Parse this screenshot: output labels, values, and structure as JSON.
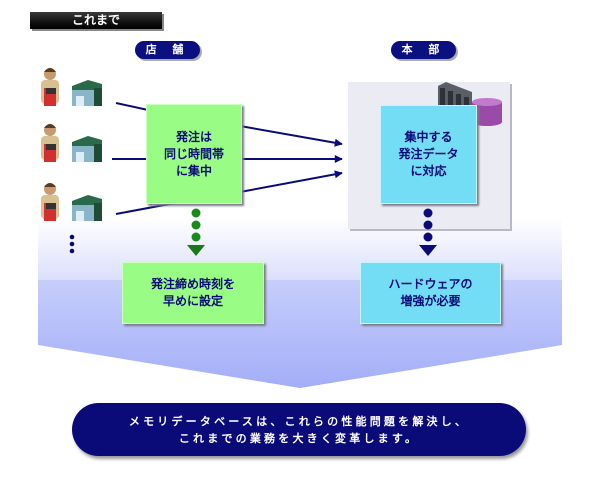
{
  "header": {
    "title": "これまで"
  },
  "sections": {
    "store": {
      "label": "店 舗"
    },
    "hq": {
      "label": "本 部"
    }
  },
  "store_column": {
    "stores": [
      {
        "icon": "shopkeeper-store-icon"
      },
      {
        "icon": "shopkeeper-store-icon"
      },
      {
        "icon": "shopkeeper-store-icon"
      }
    ],
    "more_indicator": "⋮",
    "issue_box": "発注は\n同じ時間帯\nに集中",
    "result_box": "発注締め時刻を\n早めに設定",
    "colors": {
      "box": "#99fc85",
      "dots": "#1a8a1a",
      "arrow": "#1a7a1a"
    }
  },
  "hq_column": {
    "issue_box": "集中する\n発注データ\nに対応",
    "result_box": "ハードウェアの\n増強が必要",
    "icons": [
      "server-rack-icon",
      "database-icon"
    ],
    "colors": {
      "box": "#73ddf5",
      "panel": "#ebebf3",
      "dots": "#0a0a78"
    }
  },
  "conclusion": {
    "line1": "メモリデータベースは、これらの性能問題を解決し、",
    "line2": "これまでの業務を大きく変革します。"
  },
  "colors": {
    "navy": "#0a0a78",
    "funnel": "#a4aef8"
  }
}
